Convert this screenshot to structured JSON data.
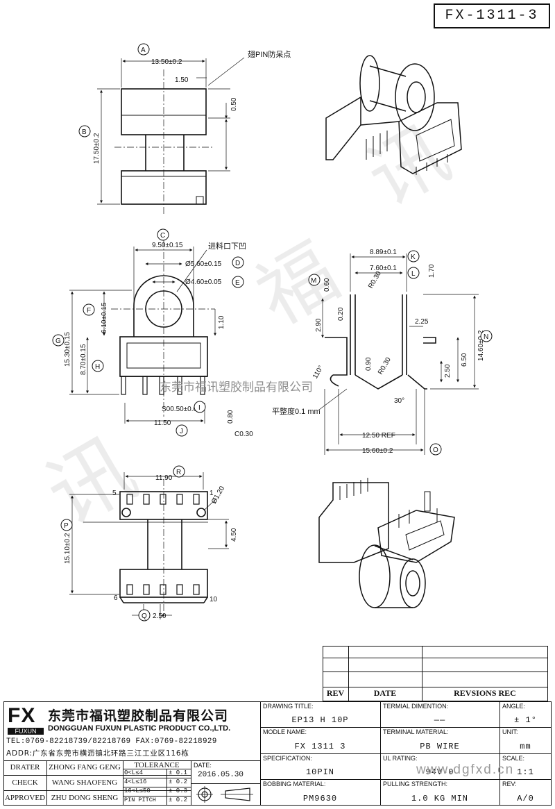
{
  "header": {
    "part_number": "FX-1311-3"
  },
  "annotations": {
    "top_note": "翅PIN防呆点",
    "mid_note": "进料口下凹",
    "flatness": "平整度0.1 mm",
    "watermark_company": "东莞市福讯塑胶制品有限公司",
    "watermark_site": "www.dgfxd.cn"
  },
  "callouts": [
    "A",
    "B",
    "C",
    "D",
    "E",
    "F",
    "G",
    "H",
    "I",
    "J",
    "K",
    "L",
    "M",
    "N",
    "O",
    "P",
    "Q",
    "R"
  ],
  "dimensions": {
    "a": "13.50±0.2",
    "a_sub": "1.50",
    "b": "17.50±0.2",
    "b_sub": "0.50",
    "c": "9.50±0.15",
    "d": "Ø5.60±0.15",
    "e": "Ø4.60±0.05",
    "f": "6.10±0.15",
    "g": "15.30±0.15",
    "h": "8.70±0.15",
    "h_sub": "1.10",
    "i": "S00.50±0.05",
    "j": "11.50",
    "j_sub": "0.80",
    "c030": "C0.30",
    "k": "8.89±0.1",
    "l": "7.60±0.1",
    "l_sub": "1.70",
    "m": "0.60",
    "r030a": "R0.30",
    "r030b": "R0.30",
    "d290": "2.90",
    "d020": "0.20",
    "d225": "2.25",
    "d090": "0.90",
    "d650": "6.50",
    "d250": "2.50",
    "n": "14.60±0.2",
    "ang110": "110°",
    "ang30": "30°",
    "ref": "12.50 REF",
    "o": "15.60±0.2",
    "r": "11.90",
    "phi120": "Ø1.20",
    "d450": "4.50",
    "p": "15.10±0.2",
    "q": "2.50",
    "pin1": "1",
    "pin5": "5",
    "pin6": "6",
    "pin10": "10"
  },
  "revision_table": {
    "headers": [
      "REV",
      "DATE",
      "REVSIONS REC"
    ]
  },
  "company": {
    "logo": "FX",
    "logo_sub": "FUXUN",
    "name_cn": "东莞市福讯塑胶制品有限公司",
    "name_en": "DONGGUAN FUXUN PLASTIC PRODUCT CO.,LTD.",
    "tel": "TEL:0769-82218739/82218769 FAX:0769-82218929",
    "addr": "ADDR:广东省东莞市横沥镇北环路三江工业区116栋"
  },
  "signoff": [
    {
      "role": "DRATER",
      "name": "ZHONG FANG GENG"
    },
    {
      "role": "CHECK",
      "name": "WANG SHAOFENG"
    },
    {
      "role": "APPROVED",
      "name": "ZHU DONG SHENG"
    }
  ],
  "tolerance": {
    "title": "TOLERANCE",
    "rows": [
      {
        "range": "0<L≤4",
        "value": "± 0.1"
      },
      {
        "range": "4<L≤16",
        "value": "± 0.2"
      },
      {
        "range": "16<L≤50",
        "value": "± 0.3"
      },
      {
        "range": "PIN PITCH",
        "value": "± 0.2"
      }
    ]
  },
  "date": {
    "label": "DATE:",
    "value": "2016.05.30"
  },
  "fields": {
    "drawing_title": {
      "label": "DRAWING TITLE:",
      "value": "EP13 H 10P"
    },
    "terminal_dimention": {
      "label": "TERMIAL DIMENTION:",
      "value": "——"
    },
    "angle": {
      "label": "ANGLE:",
      "value": "± 1°"
    },
    "modle_name": {
      "label": "MODLE NAME:",
      "value": "FX 1311 3"
    },
    "terminal_material": {
      "label": "TERMINAL MATERIAL:",
      "value": "PB WIRE"
    },
    "unit": {
      "label": "UNIT:",
      "value": "mm"
    },
    "specification": {
      "label": "SPECIFICATION:",
      "value": "10PIN"
    },
    "ul_rating": {
      "label": "UL RATING:",
      "value": "94V-0"
    },
    "scale": {
      "label": "SCALE:",
      "value": "1:1"
    },
    "bobbing_material": {
      "label": "BOBBING MATERIAL:",
      "value": "PM9630"
    },
    "pulling_strength": {
      "label": "PULLING STRENGTH:",
      "value": "1.0 KG MIN"
    },
    "rev": {
      "label": "REV:",
      "value": "A/0"
    }
  }
}
